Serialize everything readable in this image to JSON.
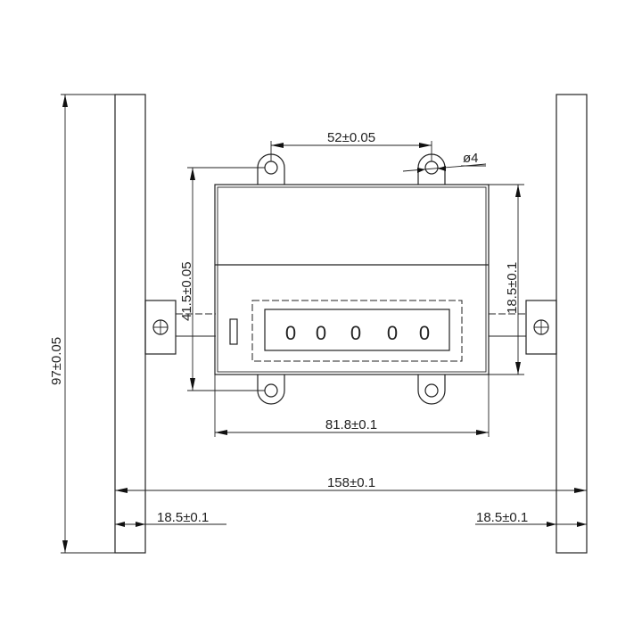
{
  "drawing": {
    "title": "Counter mounting dimension drawing",
    "units": "mm",
    "colors": {
      "line": "#222222",
      "background": "#ffffff"
    }
  },
  "counter": {
    "display_digits": [
      "0",
      "0",
      "0",
      "0",
      "0"
    ]
  },
  "dimensions": {
    "hole_spacing": "52±0.05",
    "hole_diameter": "ø4",
    "body_height_left": "41.5±0.05",
    "body_height_right": "18.5±0.1",
    "body_width": "81.8±0.1",
    "overall_width": "158±0.1",
    "bar_width_left": "18.5±0.1",
    "bar_width_right": "18.5±0.1",
    "overall_height": "97±0.05"
  }
}
